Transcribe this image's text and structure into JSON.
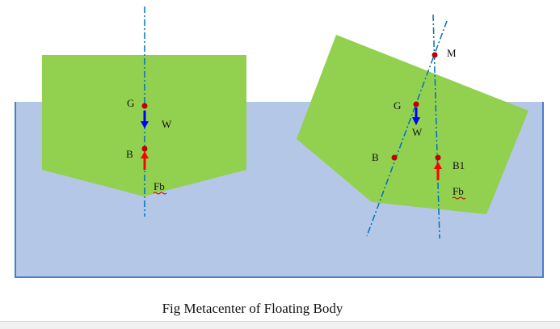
{
  "colors": {
    "water": "#b4c7e7",
    "water_border": "#4a7bc8",
    "body": "#92d050",
    "axis": "#0070c0",
    "point": "#c00000",
    "weight_arrow": "#0000ff",
    "buoyancy_arrow": "#ff0000",
    "squiggle": "#c00000"
  },
  "upright": {
    "g_label": "G",
    "w_label": "W",
    "b_label": "B",
    "fb_label": "Fb"
  },
  "tilted": {
    "m_label": "M",
    "g_label": "G",
    "w_label": "W",
    "b_label": "B",
    "b1_label": "B1",
    "fb_label": "Fb"
  },
  "caption": "Fig Metacenter of Floating Body"
}
